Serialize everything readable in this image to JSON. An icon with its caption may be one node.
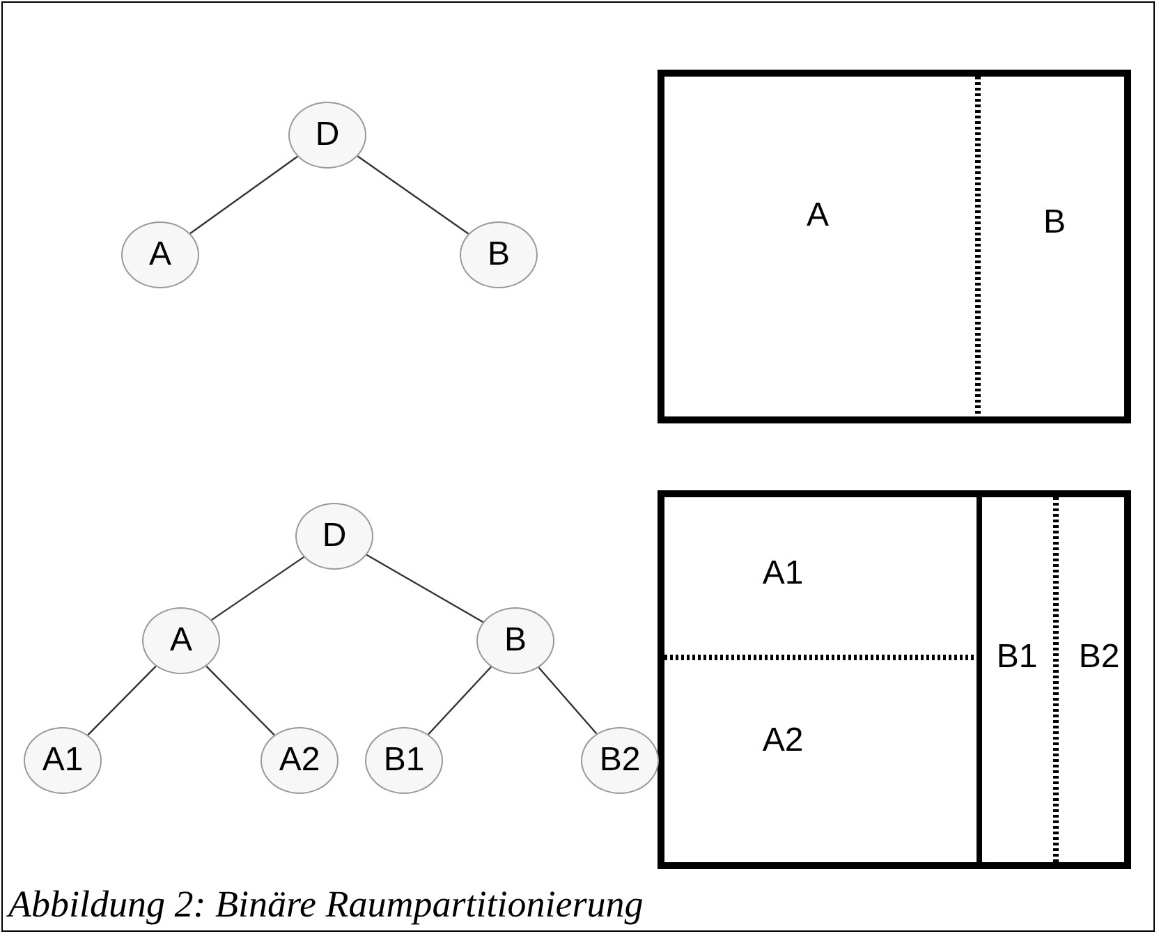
{
  "diagram": {
    "caption": "Abbildung 2: Binäre Raumpartitionierung",
    "nodes": [
      {
        "text": [
          "D"
        ]
      },
      {
        "text": [
          "A"
        ]
      },
      {
        "text": [
          "B"
        ]
      },
      {
        "text": [],
        "shape": "box"
      },
      {
        "text": [
          "A"
        ],
        "in": 3
      },
      {
        "text": [
          "B"
        ],
        "in": 3
      },
      {
        "text": [
          "D"
        ]
      },
      {
        "text": [
          "A"
        ]
      },
      {
        "text": [
          "B"
        ]
      },
      {
        "text": [
          "A1"
        ]
      },
      {
        "text": [
          "A2"
        ]
      },
      {
        "text": [
          "B1"
        ]
      },
      {
        "text": [
          "B2"
        ]
      },
      {
        "text": [],
        "shape": "box"
      },
      {
        "text": [
          "A1"
        ],
        "in": 13
      },
      {
        "text": [
          "A2"
        ],
        "in": 13
      },
      {
        "text": [
          "B1"
        ],
        "in": 13
      },
      {
        "text": [
          "B2"
        ],
        "in": 13
      }
    ],
    "edges": [
      {
        "from": 0,
        "to": 1,
        "arrow": "none"
      },
      {
        "from": 0,
        "to": 2,
        "arrow": "none"
      },
      {
        "from": 6,
        "to": 7,
        "arrow": "none"
      },
      {
        "from": 6,
        "to": 8,
        "arrow": "none"
      },
      {
        "from": 7,
        "to": 9,
        "arrow": "none"
      },
      {
        "from": 7,
        "to": 10,
        "arrow": "none"
      },
      {
        "from": 8,
        "to": 11,
        "arrow": "none"
      },
      {
        "from": 8,
        "to": 12,
        "arrow": "none"
      }
    ]
  }
}
